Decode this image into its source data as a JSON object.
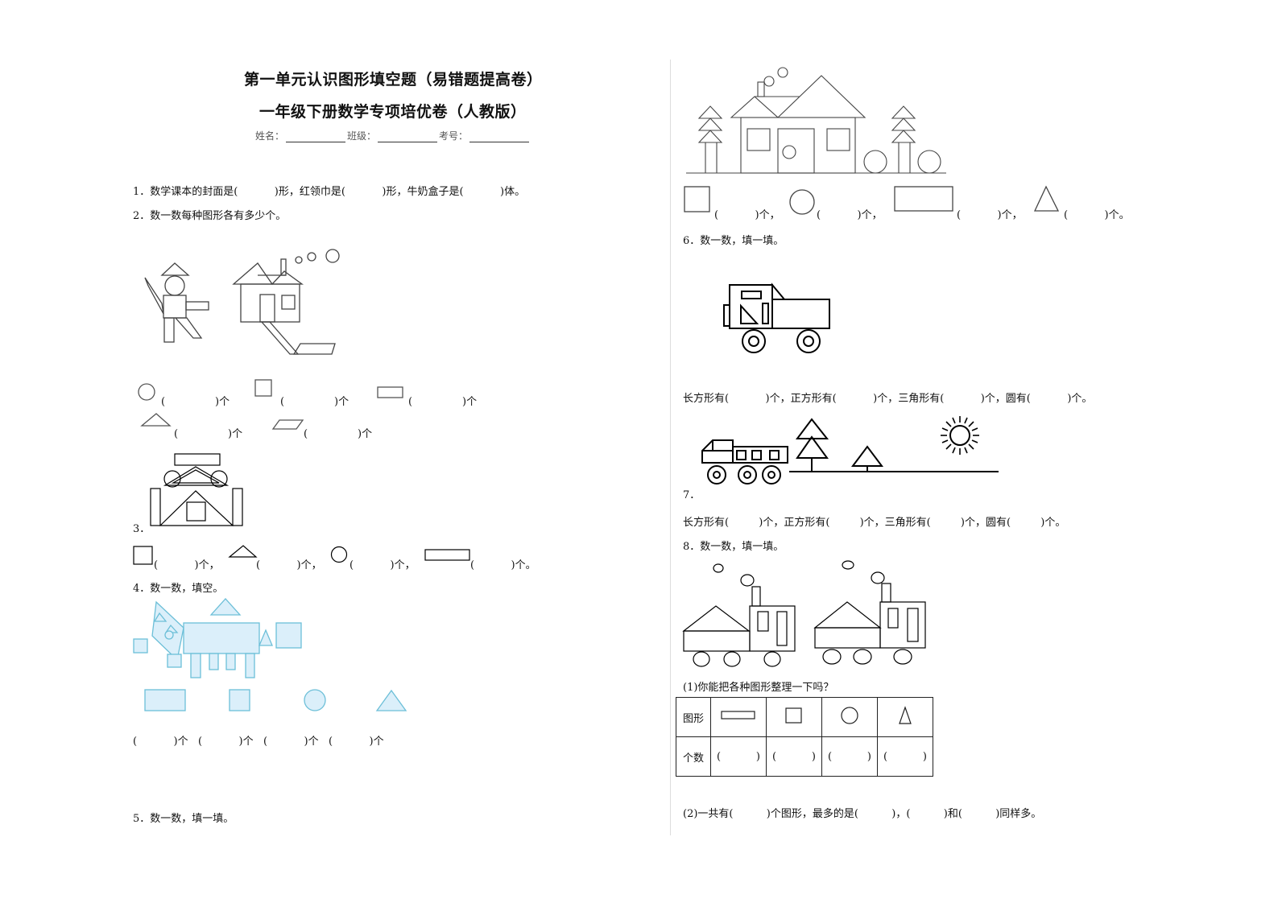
{
  "header": {
    "title": "第一单元认识图形填空题（易错题提高卷）",
    "subtitle": "一年级下册数学专项培优卷（人教版）",
    "name_label": "姓名：",
    "class_label": "班级：",
    "exam_no_label": "考号："
  },
  "questions": {
    "q1": "1．数学课本的封面是(           )形，红领巾是(           )形，牛奶盒子是(           )体。",
    "q2": "2．数一数每种图形各有多少个。",
    "q2_answers": {
      "circle": "(               )个",
      "square": "(               )个",
      "rectangle": "(               )个",
      "triangle": "(               )个",
      "parallelogram": "(               )个"
    },
    "q3_label": "3．",
    "q3_answers": {
      "square": "(           )个，",
      "triangle": "(           )个，",
      "circle": "(           )个，",
      "rectangle": "(           )个。"
    },
    "q4": "4．数一数，填空。",
    "q4_answers": "(           )个   (           )个   (           )个   (           )个",
    "q5": "5．数一数，填一填。",
    "q5_answers": {
      "square": "(           )个，",
      "circle": "(           )个，",
      "rectangle": "(           )个，",
      "triangle": "(           )个。"
    },
    "q6": "6．数一数，填一填。",
    "q6_answers": "长方形有(           )个，正方形有(           )个，三角形有(           )个，圆有(           )个。",
    "q7_label": "7．",
    "q7_answers": "长方形有(         )个，正方形有(         )个，三角形有(         )个，圆有(         )个。",
    "q8": "8．数一数，填一填。",
    "q8_sub1": "(1)你能把各种图形整理一下吗？",
    "q8_table": {
      "row1_label": "图形",
      "row2_label": "个数",
      "shapes": [
        "rectangle-icon",
        "square-icon",
        "circle-icon",
        "triangle-icon"
      ],
      "paren_open": "(",
      "paren_close": ")"
    },
    "q8_sub2": "(2)一共有(          )个图形，最多的是(          )，(          )和(          )同样多。"
  },
  "colors": {
    "accent_fill": "#dbeffa",
    "accent_stroke": "#6cbfd8"
  }
}
